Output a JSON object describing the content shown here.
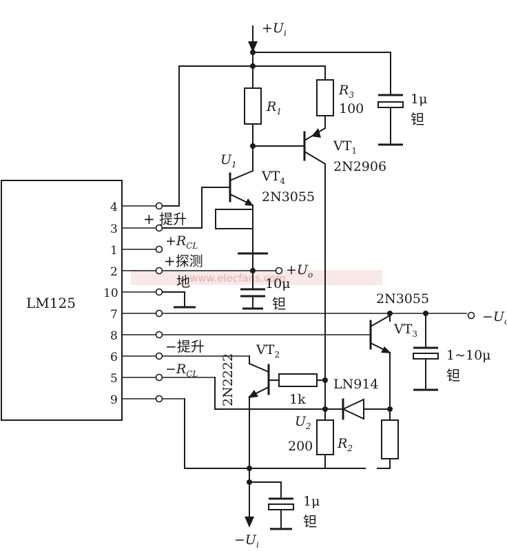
{
  "rails": {
    "pos_label": "+U",
    "pos_sub": "i",
    "neg_label": "−U",
    "neg_sub": "i",
    "out_neg_label": "−U",
    "out_neg_sub": "o",
    "out_pos_label": "+U",
    "out_pos_sub": "o"
  },
  "chip": {
    "name": "LM125",
    "pins": [
      "4",
      "3",
      "1",
      "2",
      "10",
      "7",
      "8",
      "6",
      "5",
      "9"
    ]
  },
  "pin_labels": {
    "boost_pos": "+ 提升",
    "rcl_pos": "+R",
    "rcl_pos_sub": "CL",
    "probe_pos": "+探测",
    "ground": "地",
    "boost_neg": "−提升",
    "rcl_neg": "−R",
    "rcl_neg_sub": "CL"
  },
  "components": {
    "r1": {
      "name": "R",
      "sub": "1"
    },
    "r3": {
      "name": "R",
      "sub": "3",
      "value": "100"
    },
    "c_top": {
      "value": "1μ",
      "type": "钽"
    },
    "vt1": {
      "name": "VT",
      "sub": "1",
      "part": "2N2906"
    },
    "u1": {
      "name": "U",
      "sub": "1"
    },
    "vt4": {
      "name": "VT",
      "sub": "4",
      "part": "2N3055"
    },
    "c_mid": {
      "value": "10μ",
      "type": "钽"
    },
    "vt3": {
      "name": "VT",
      "sub": "3",
      "part": "2N3055"
    },
    "c_right": {
      "value": "1~10μ",
      "type": "钽"
    },
    "vt2": {
      "name": "VT",
      "sub": "2",
      "part": "2N2222"
    },
    "r_1k": {
      "value": "1k"
    },
    "diode": {
      "part": "LN914"
    },
    "u2": {
      "name": "U",
      "sub": "2"
    },
    "r2": {
      "name": "R",
      "sub": "2",
      "value": "200"
    },
    "c_bottom": {
      "value": "1μ",
      "type": "钽"
    }
  },
  "watermark": "www.elecfans.com"
}
